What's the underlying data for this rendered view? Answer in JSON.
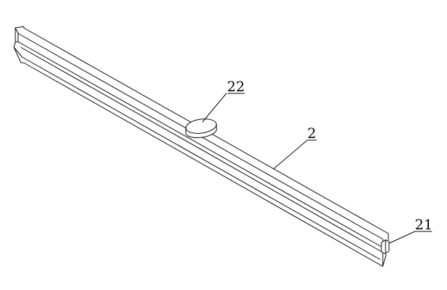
{
  "figure": {
    "labels": {
      "bar": "2",
      "end_cap": "21",
      "knob": "22"
    },
    "colors": {
      "line": "#000000",
      "background": "#ffffff"
    }
  }
}
